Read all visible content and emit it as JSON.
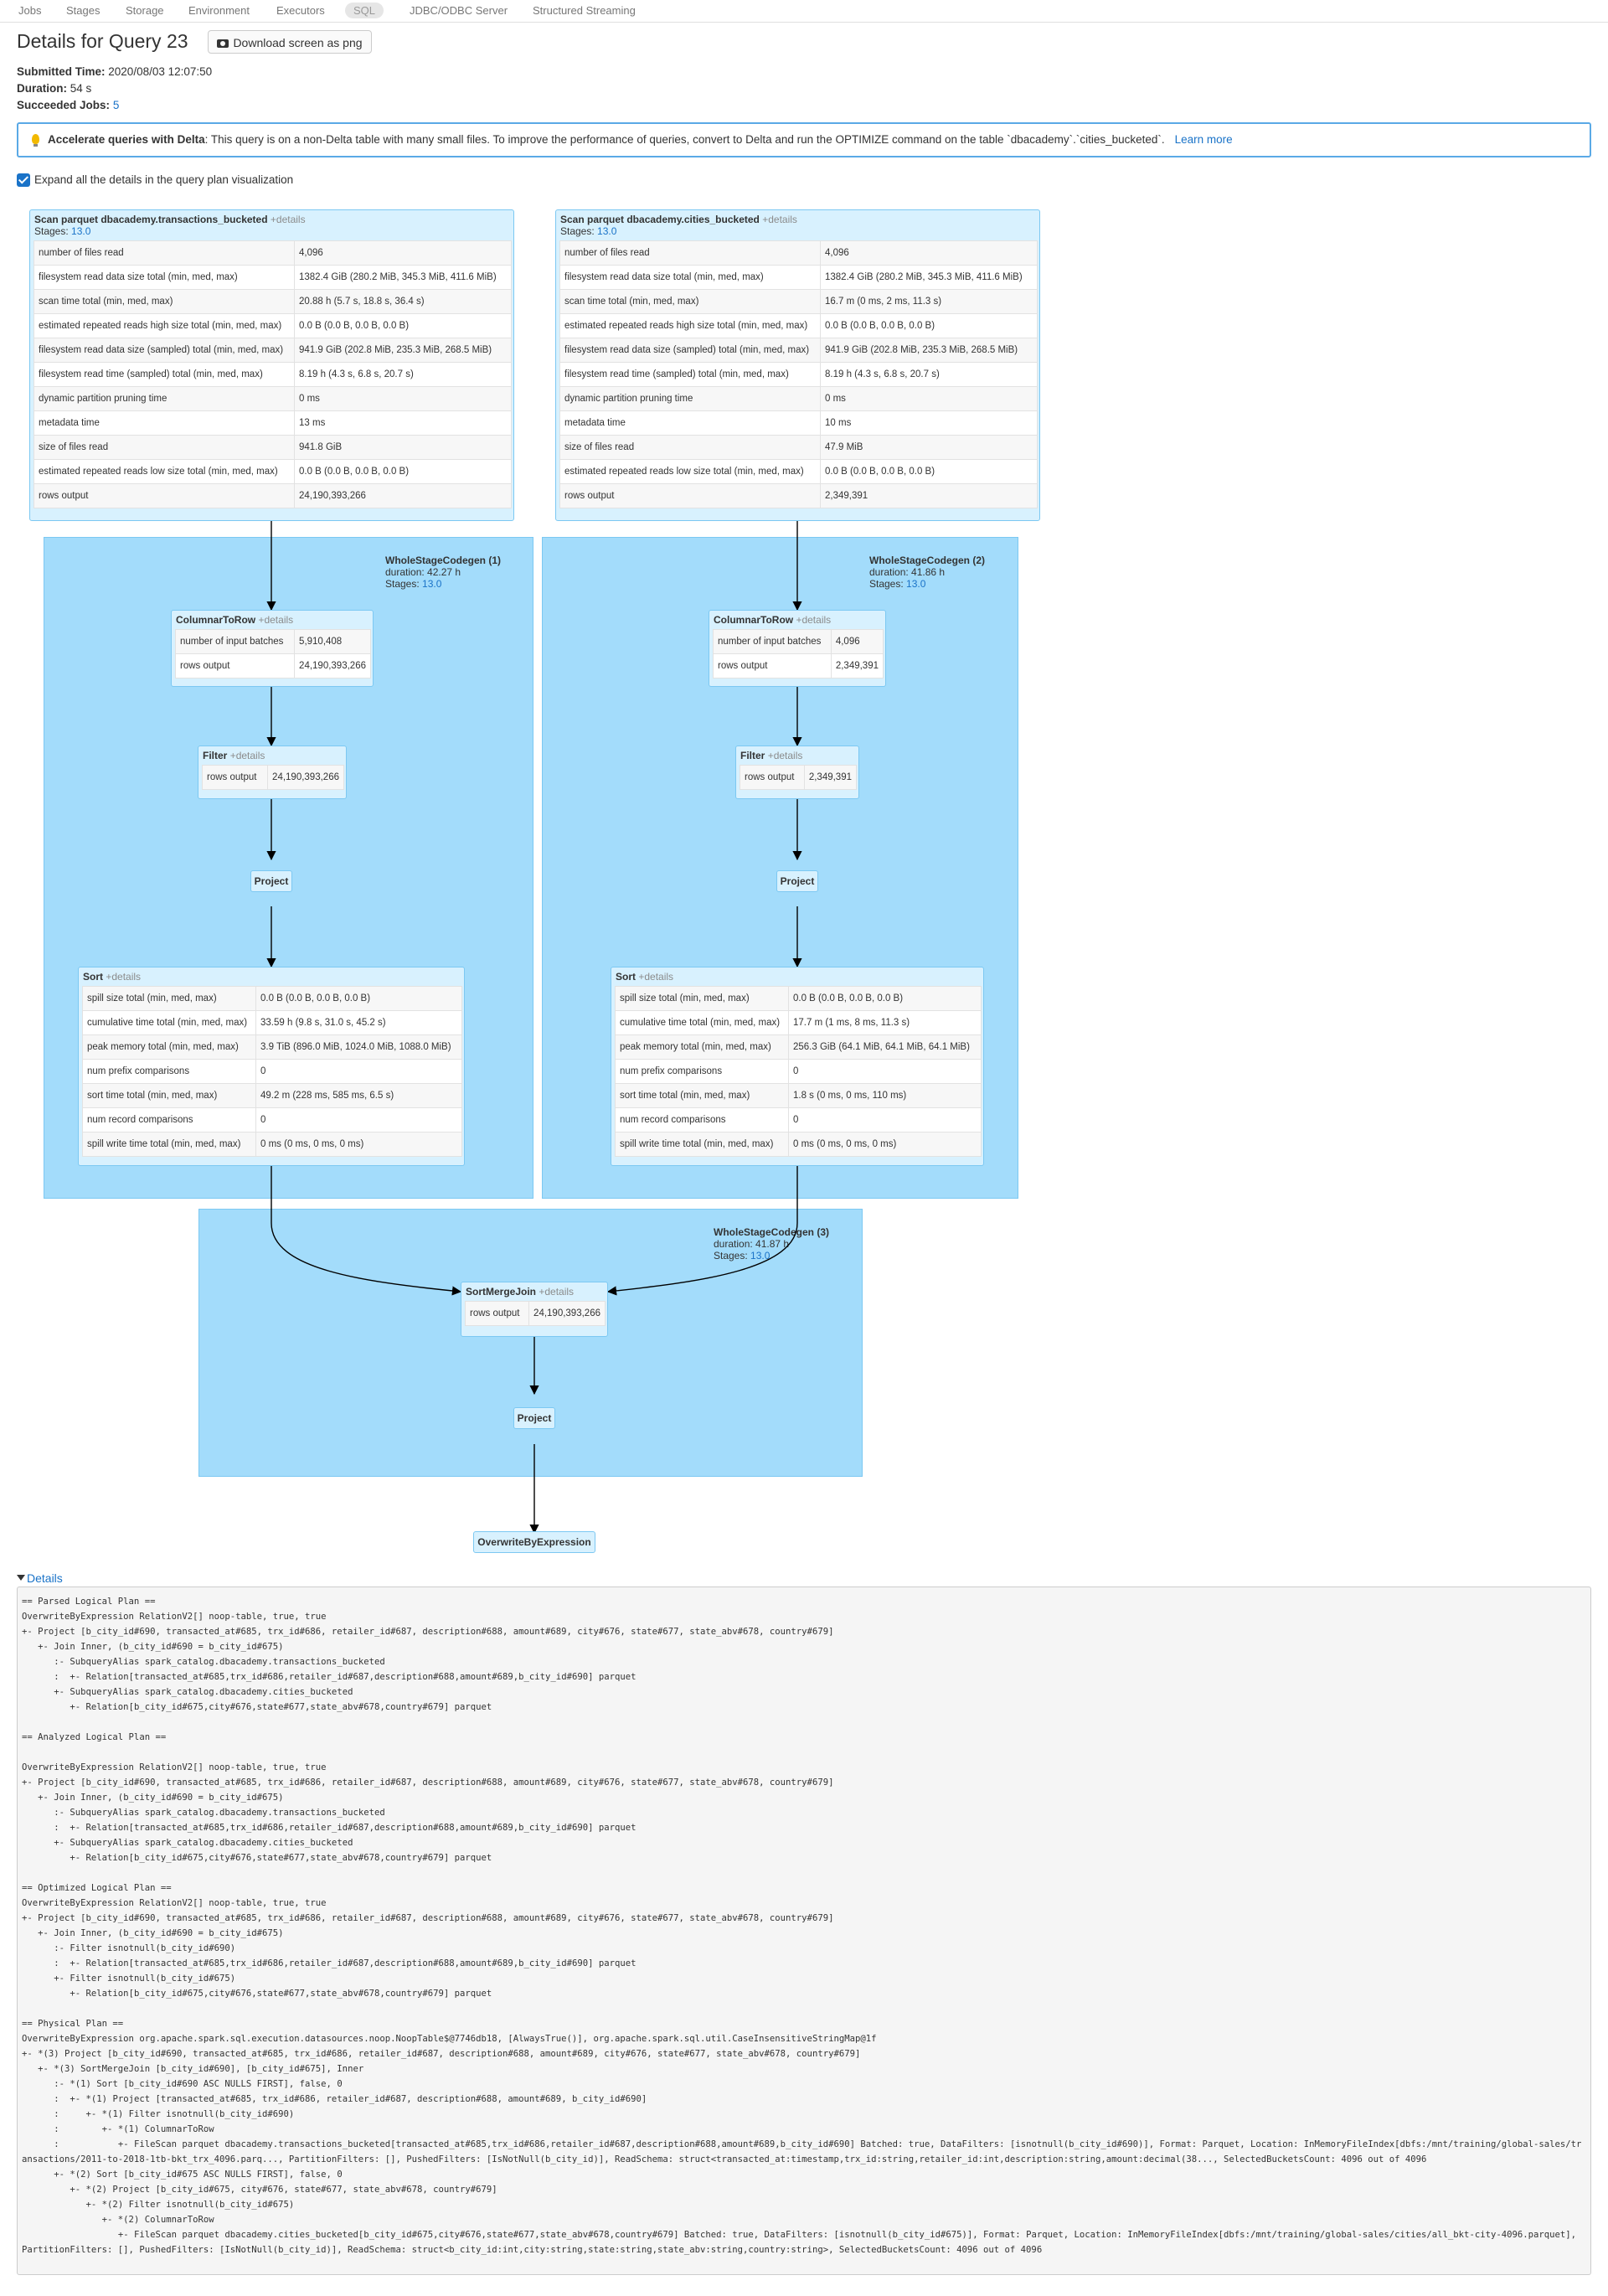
{
  "nav": {
    "tabs": [
      "Jobs",
      "Stages",
      "Storage",
      "Environment",
      "Executors",
      "SQL",
      "JDBC/ODBC Server",
      "Structured Streaming"
    ],
    "active": "SQL"
  },
  "header": {
    "title": "Details for Query 23",
    "download_label": "Download screen as png"
  },
  "summary": {
    "submitted_label": "Submitted Time:",
    "submitted_value": "2020/08/03 12:07:50",
    "duration_label": "Duration:",
    "duration_value": "54 s",
    "succeeded_label": "Succeeded Jobs:",
    "succeeded_value": "5"
  },
  "banner": {
    "bold": "Accelerate queries with Delta",
    "text": ": This query is on a non-Delta table with many small files. To improve the performance of queries, convert to Delta and run the OPTIMIZE command on the table `dbacademy`.`cities_bucketed`.",
    "link": "Learn more"
  },
  "expand_label": "Expand all the details in the query plan visualization",
  "more_details": "+details",
  "stages_label": "Stages:",
  "graph": {
    "scan1": {
      "title": "Scan parquet dbacademy.transactions_bucketed",
      "stages": "13.0",
      "rows": [
        [
          "number of files read",
          "4,096"
        ],
        [
          "filesystem read data size total (min, med, max)",
          "1382.4 GiB (280.2 MiB, 345.3 MiB, 411.6 MiB)"
        ],
        [
          "scan time total (min, med, max)",
          "20.88 h (5.7 s, 18.8 s, 36.4 s)"
        ],
        [
          "estimated repeated reads high size total (min, med, max)",
          "0.0 B (0.0 B, 0.0 B, 0.0 B)"
        ],
        [
          "filesystem read data size (sampled) total (min, med, max)",
          "941.9 GiB (202.8 MiB, 235.3 MiB, 268.5 MiB)"
        ],
        [
          "filesystem read time (sampled) total (min, med, max)",
          "8.19 h (4.3 s, 6.8 s, 20.7 s)"
        ],
        [
          "dynamic partition pruning time",
          "0 ms"
        ],
        [
          "metadata time",
          "13 ms"
        ],
        [
          "size of files read",
          "941.8 GiB"
        ],
        [
          "estimated repeated reads low size total (min, med, max)",
          "0.0 B (0.0 B, 0.0 B, 0.0 B)"
        ],
        [
          "rows output",
          "24,190,393,266"
        ]
      ]
    },
    "scan2": {
      "title": "Scan parquet dbacademy.cities_bucketed",
      "stages": "13.0",
      "rows": [
        [
          "number of files read",
          "4,096"
        ],
        [
          "filesystem read data size total (min, med, max)",
          "1382.4 GiB (280.2 MiB, 345.3 MiB, 411.6 MiB)"
        ],
        [
          "scan time total (min, med, max)",
          "16.7 m (0 ms, 2 ms, 11.3 s)"
        ],
        [
          "estimated repeated reads high size total (min, med, max)",
          "0.0 B (0.0 B, 0.0 B, 0.0 B)"
        ],
        [
          "filesystem read data size (sampled) total (min, med, max)",
          "941.9 GiB (202.8 MiB, 235.3 MiB, 268.5 MiB)"
        ],
        [
          "filesystem read time (sampled) total (min, med, max)",
          "8.19 h (4.3 s, 6.8 s, 20.7 s)"
        ],
        [
          "dynamic partition pruning time",
          "0 ms"
        ],
        [
          "metadata time",
          "10 ms"
        ],
        [
          "size of files read",
          "47.9 MiB"
        ],
        [
          "estimated repeated reads low size total (min, med, max)",
          "0.0 B (0.0 B, 0.0 B, 0.0 B)"
        ],
        [
          "rows output",
          "2,349,391"
        ]
      ]
    },
    "wsc1": {
      "name": "WholeStageCodegen (1)",
      "duration": "duration: 42.27 h",
      "stages": "13.0"
    },
    "wsc2": {
      "name": "WholeStageCodegen (2)",
      "duration": "duration: 41.86 h",
      "stages": "13.0"
    },
    "wsc3": {
      "name": "WholeStageCodegen (3)",
      "duration": "duration: 41.87 h",
      "stages": "13.0"
    },
    "c2r1": {
      "title": "ColumnarToRow",
      "rows": [
        [
          "number of input batches",
          "5,910,408"
        ],
        [
          "rows output",
          "24,190,393,266"
        ]
      ]
    },
    "c2r2": {
      "title": "ColumnarToRow",
      "rows": [
        [
          "number of input batches",
          "4,096"
        ],
        [
          "rows output",
          "2,349,391"
        ]
      ]
    },
    "filter1": {
      "title": "Filter",
      "rows": [
        [
          "rows output",
          "24,190,393,266"
        ]
      ]
    },
    "filter2": {
      "title": "Filter",
      "rows": [
        [
          "rows output",
          "2,349,391"
        ]
      ]
    },
    "project_label": "Project",
    "sort1": {
      "title": "Sort",
      "rows": [
        [
          "spill size total (min, med, max)",
          "0.0 B (0.0 B, 0.0 B, 0.0 B)"
        ],
        [
          "cumulative time total (min, med, max)",
          "33.59 h (9.8 s, 31.0 s, 45.2 s)"
        ],
        [
          "peak memory total (min, med, max)",
          "3.9 TiB (896.0 MiB, 1024.0 MiB, 1088.0 MiB)"
        ],
        [
          "num prefix comparisons",
          "0"
        ],
        [
          "sort time total (min, med, max)",
          "49.2 m (228 ms, 585 ms, 6.5 s)"
        ],
        [
          "num record comparisons",
          "0"
        ],
        [
          "spill write time total (min, med, max)",
          "0 ms (0 ms, 0 ms, 0 ms)"
        ]
      ]
    },
    "sort2": {
      "title": "Sort",
      "rows": [
        [
          "spill size total (min, med, max)",
          "0.0 B (0.0 B, 0.0 B, 0.0 B)"
        ],
        [
          "cumulative time total (min, med, max)",
          "17.7 m (1 ms, 8 ms, 11.3 s)"
        ],
        [
          "peak memory total (min, med, max)",
          "256.3 GiB (64.1 MiB, 64.1 MiB, 64.1 MiB)"
        ],
        [
          "num prefix comparisons",
          "0"
        ],
        [
          "sort time total (min, med, max)",
          "1.8 s (0 ms, 0 ms, 110 ms)"
        ],
        [
          "num record comparisons",
          "0"
        ],
        [
          "spill write time total (min, med, max)",
          "0 ms (0 ms, 0 ms, 0 ms)"
        ]
      ]
    },
    "smj": {
      "title": "SortMergeJoin",
      "rows": [
        [
          "rows output",
          "24,190,393,266"
        ]
      ]
    },
    "overwrite_label": "OverwriteByExpression"
  },
  "details": {
    "toggle_label": "Details",
    "plan_text": "== Parsed Logical Plan ==\nOverwriteByExpression RelationV2[] noop-table, true, true\n+- Project [b_city_id#690, transacted_at#685, trx_id#686, retailer_id#687, description#688, amount#689, city#676, state#677, state_abv#678, country#679]\n   +- Join Inner, (b_city_id#690 = b_city_id#675)\n      :- SubqueryAlias spark_catalog.dbacademy.transactions_bucketed\n      :  +- Relation[transacted_at#685,trx_id#686,retailer_id#687,description#688,amount#689,b_city_id#690] parquet\n      +- SubqueryAlias spark_catalog.dbacademy.cities_bucketed\n         +- Relation[b_city_id#675,city#676,state#677,state_abv#678,country#679] parquet\n\n== Analyzed Logical Plan ==\n\nOverwriteByExpression RelationV2[] noop-table, true, true\n+- Project [b_city_id#690, transacted_at#685, trx_id#686, retailer_id#687, description#688, amount#689, city#676, state#677, state_abv#678, country#679]\n   +- Join Inner, (b_city_id#690 = b_city_id#675)\n      :- SubqueryAlias spark_catalog.dbacademy.transactions_bucketed\n      :  +- Relation[transacted_at#685,trx_id#686,retailer_id#687,description#688,amount#689,b_city_id#690] parquet\n      +- SubqueryAlias spark_catalog.dbacademy.cities_bucketed\n         +- Relation[b_city_id#675,city#676,state#677,state_abv#678,country#679] parquet\n\n== Optimized Logical Plan ==\nOverwriteByExpression RelationV2[] noop-table, true, true\n+- Project [b_city_id#690, transacted_at#685, trx_id#686, retailer_id#687, description#688, amount#689, city#676, state#677, state_abv#678, country#679]\n   +- Join Inner, (b_city_id#690 = b_city_id#675)\n      :- Filter isnotnull(b_city_id#690)\n      :  +- Relation[transacted_at#685,trx_id#686,retailer_id#687,description#688,amount#689,b_city_id#690] parquet\n      +- Filter isnotnull(b_city_id#675)\n         +- Relation[b_city_id#675,city#676,state#677,state_abv#678,country#679] parquet\n\n== Physical Plan ==\nOverwriteByExpression org.apache.spark.sql.execution.datasources.noop.NoopTable$@7746db18, [AlwaysTrue()], org.apache.spark.sql.util.CaseInsensitiveStringMap@1f\n+- *(3) Project [b_city_id#690, transacted_at#685, trx_id#686, retailer_id#687, description#688, amount#689, city#676, state#677, state_abv#678, country#679]\n   +- *(3) SortMergeJoin [b_city_id#690], [b_city_id#675], Inner\n      :- *(1) Sort [b_city_id#690 ASC NULLS FIRST], false, 0\n      :  +- *(1) Project [transacted_at#685, trx_id#686, retailer_id#687, description#688, amount#689, b_city_id#690]\n      :     +- *(1) Filter isnotnull(b_city_id#690)\n      :        +- *(1) ColumnarToRow\n      :           +- FileScan parquet dbacademy.transactions_bucketed[transacted_at#685,trx_id#686,retailer_id#687,description#688,amount#689,b_city_id#690] Batched: true, DataFilters: [isnotnull(b_city_id#690)], Format: Parquet, Location: InMemoryFileIndex[dbfs:/mnt/training/global-sales/transactions/2011-to-2018-1tb-bkt_trx_4096.parq..., PartitionFilters: [], PushedFilters: [IsNotNull(b_city_id)], ReadSchema: struct<transacted_at:timestamp,trx_id:string,retailer_id:int,description:string,amount:decimal(38..., SelectedBucketsCount: 4096 out of 4096\n      +- *(2) Sort [b_city_id#675 ASC NULLS FIRST], false, 0\n         +- *(2) Project [b_city_id#675, city#676, state#677, state_abv#678, country#679]\n            +- *(2) Filter isnotnull(b_city_id#675)\n               +- *(2) ColumnarToRow\n                  +- FileScan parquet dbacademy.cities_bucketed[b_city_id#675,city#676,state#677,state_abv#678,country#679] Batched: true, DataFilters: [isnotnull(b_city_id#675)], Format: Parquet, Location: InMemoryFileIndex[dbfs:/mnt/training/global-sales/cities/all_bkt-city-4096.parquet], PartitionFilters: [], PushedFilters: [IsNotNull(b_city_id)], ReadSchema: struct<b_city_id:int,city:string,state:string,state_abv:string,country:string>, SelectedBucketsCount: 4096 out of 4096"
  },
  "colors": {
    "cluster": "#a3dcfb",
    "node": "#d8f1fe",
    "link": "#1a73c8",
    "banner_border": "#5aa9e6"
  }
}
